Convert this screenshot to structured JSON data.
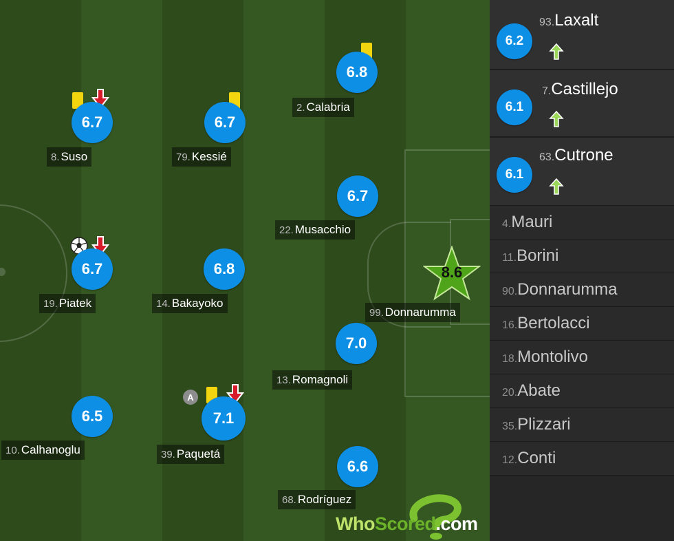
{
  "colors": {
    "rating_bg": "#0e8fe6",
    "yellow_card": "#f2d40f",
    "sub_off_arrow": "#d71b2b",
    "sub_on_arrow": "#9bd85a",
    "motm_star": "#4fa41a"
  },
  "pitch_players": [
    {
      "id": "suso",
      "num": "8.",
      "name": "Suso",
      "rating": "6.7",
      "icons": [
        "yellow-card",
        "sub-off"
      ]
    },
    {
      "id": "kessie",
      "num": "79.",
      "name": "Kessié",
      "rating": "6.7",
      "icons": [
        "yellow-card"
      ]
    },
    {
      "id": "calabria",
      "num": "2.",
      "name": "Calabria",
      "rating": "6.8",
      "icons": [
        "yellow-card"
      ]
    },
    {
      "id": "musacchio",
      "num": "22.",
      "name": "Musacchio",
      "rating": "6.7",
      "icons": []
    },
    {
      "id": "piatek",
      "num": "19.",
      "name": "Piatek",
      "rating": "6.7",
      "icons": [
        "goal-ball",
        "sub-off"
      ]
    },
    {
      "id": "bakayoko",
      "num": "14.",
      "name": "Bakayoko",
      "rating": "6.8",
      "icons": []
    },
    {
      "id": "donnarumma",
      "num": "99.",
      "name": "Donnarumma",
      "rating": "8.6",
      "icons": [
        "man-of-the-match-star"
      ]
    },
    {
      "id": "romagnoli",
      "num": "13.",
      "name": "Romagnoli",
      "rating": "7.0",
      "icons": []
    },
    {
      "id": "calhanoglu",
      "num": "10.",
      "name": "Calhanoglu",
      "rating": "6.5",
      "icons": []
    },
    {
      "id": "paqueta",
      "num": "39.",
      "name": "Paquetá",
      "rating": "7.1",
      "icons": [
        "captain-badge",
        "yellow-card",
        "sub-off"
      ]
    },
    {
      "id": "rodriguez",
      "num": "68.",
      "name": "Rodríguez",
      "rating": "6.6",
      "icons": []
    }
  ],
  "captain_letter": "A",
  "substitutes_used": [
    {
      "num": "93.",
      "name": "Laxalt",
      "rating": "6.2",
      "icon": "sub-on"
    },
    {
      "num": "7.",
      "name": "Castillejo",
      "rating": "6.1",
      "icon": "sub-on"
    },
    {
      "num": "63.",
      "name": "Cutrone",
      "rating": "6.1",
      "icon": "sub-on"
    }
  ],
  "bench": [
    {
      "num": "4.",
      "name": "Mauri"
    },
    {
      "num": "11.",
      "name": "Borini"
    },
    {
      "num": "90.",
      "name": "Donnarumma"
    },
    {
      "num": "16.",
      "name": "Bertolacci"
    },
    {
      "num": "18.",
      "name": "Montolivo"
    },
    {
      "num": "20.",
      "name": "Abate"
    },
    {
      "num": "35.",
      "name": "Plizzari"
    },
    {
      "num": "12.",
      "name": "Conti"
    }
  ],
  "logo": {
    "part1": "Who",
    "part2": "Scored",
    "part3": ".com"
  }
}
